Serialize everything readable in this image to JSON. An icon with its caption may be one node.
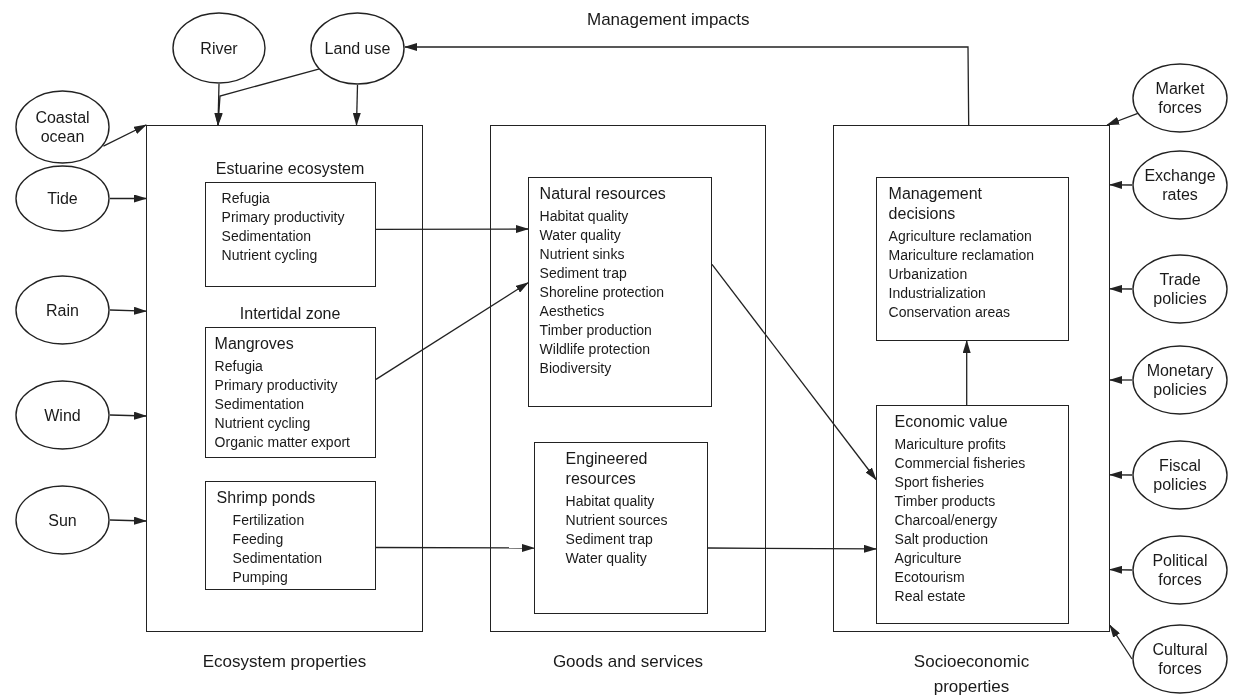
{
  "diagram": {
    "nodes": [
      {
        "text": [
          "River"
        ]
      },
      {
        "text": [
          "Land use"
        ]
      },
      {
        "text": [
          "Coastal ocean"
        ]
      },
      {
        "text": [
          "Tide"
        ]
      },
      {
        "text": [
          "Rain"
        ]
      },
      {
        "text": [
          "Wind"
        ]
      },
      {
        "text": [
          "Sun"
        ]
      },
      {
        "text": [
          "Ecosystem properties"
        ]
      },
      {
        "text": [
          "Estuarine ecosystem",
          "Refugia",
          "Primary productivity",
          "Sedimentation",
          "Nutrient cycling"
        ],
        "in": 7
      },
      {
        "text": [
          "Intertidal zone",
          "Mangroves",
          "Refugia",
          "Primary productivity",
          "Sedimentation",
          "Nutrient cycling",
          "Organic matter export"
        ],
        "in": 7
      },
      {
        "text": [
          "Shrimp ponds",
          "Fertilization",
          "Feeding",
          "Sedimentation",
          "Pumping"
        ],
        "in": 7
      },
      {
        "text": [
          "Goods and services"
        ]
      },
      {
        "text": [
          "Natural resources",
          "Habitat quality",
          "Water quality",
          "Nutrient sinks",
          "Sediment trap",
          "Shoreline protection",
          "Aesthetics",
          "Timber production",
          "Wildlife protection",
          "Biodiversity"
        ],
        "in": 11
      },
      {
        "text": [
          "Engineered resources",
          "Habitat quality",
          "Nutrient sources",
          "Sediment trap",
          "Water quality"
        ],
        "in": 11
      },
      {
        "text": [
          "Socioeconomic properties"
        ]
      },
      {
        "text": [
          "Management decisions",
          "Agriculture reclamation",
          "Mariculture reclamation",
          "Urbanization",
          "Industrialization",
          "Conservation areas"
        ],
        "in": 14
      },
      {
        "text": [
          "Economic value",
          "Mariculture profits",
          "Commercial fisheries",
          "Sport fisheries",
          "Timber products",
          "Charcoal/energy",
          "Salt production",
          "Agriculture",
          "Ecotourism",
          "Real estate"
        ],
        "in": 14
      },
      {
        "text": [
          "Market forces"
        ]
      },
      {
        "text": [
          "Exchange rates"
        ]
      },
      {
        "text": [
          "Trade policies"
        ]
      },
      {
        "text": [
          "Monetary policies"
        ]
      },
      {
        "text": [
          "Fiscal policies"
        ]
      },
      {
        "text": [
          "Political forces"
        ]
      },
      {
        "text": [
          "Cultural forces"
        ]
      }
    ],
    "edges": [
      {
        "from": 0,
        "to": 7,
        "arrow": "to"
      },
      {
        "from": 1,
        "to": 7,
        "arrow": "to"
      },
      {
        "from": 1,
        "to": 7,
        "arrow": "to"
      },
      {
        "from": 2,
        "to": 7,
        "arrow": "to"
      },
      {
        "from": 3,
        "to": 7,
        "arrow": "to"
      },
      {
        "from": 4,
        "to": 7,
        "arrow": "to"
      },
      {
        "from": 5,
        "to": 7,
        "arrow": "to"
      },
      {
        "from": 6,
        "to": 7,
        "arrow": "to"
      },
      {
        "from": 8,
        "to": 12,
        "arrow": "to"
      },
      {
        "from": 9,
        "to": 12,
        "arrow": "to"
      },
      {
        "from": 10,
        "to": 13,
        "arrow": "to"
      },
      {
        "from": 12,
        "to": 16,
        "arrow": "to"
      },
      {
        "from": 13,
        "to": 16,
        "arrow": "to"
      },
      {
        "from": 16,
        "to": 15,
        "arrow": "to"
      },
      {
        "from": 14,
        "to": 1,
        "arrow": "to",
        "label": "Management impacts"
      },
      {
        "from": 17,
        "to": 14,
        "arrow": "to"
      },
      {
        "from": 18,
        "to": 14,
        "arrow": "to"
      },
      {
        "from": 19,
        "to": 14,
        "arrow": "to"
      },
      {
        "from": 20,
        "to": 14,
        "arrow": "to"
      },
      {
        "from": 21,
        "to": 14,
        "arrow": "to"
      },
      {
        "from": 22,
        "to": 14,
        "arrow": "to"
      },
      {
        "from": 23,
        "to": 14,
        "arrow": "to"
      }
    ]
  }
}
